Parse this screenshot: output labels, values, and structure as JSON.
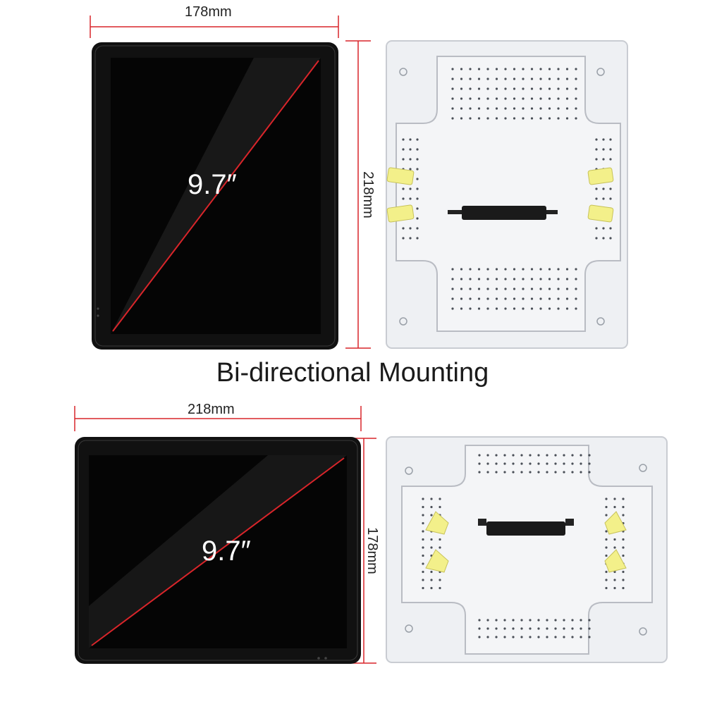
{
  "colors": {
    "dimension_line": "#d9252a",
    "bezel": "#111111",
    "screen": "#050505",
    "plate": "#eef0f3",
    "plate_edge": "#c9ccd2",
    "clip": "#f3f08a"
  },
  "heading": "Bi-directional Mounting",
  "portrait": {
    "width_label": "178mm",
    "height_label": "218mm",
    "diagonal_label": "9.7″"
  },
  "landscape": {
    "width_label": "218mm",
    "height_label": "178mm",
    "diagonal_label": "9.7″"
  }
}
